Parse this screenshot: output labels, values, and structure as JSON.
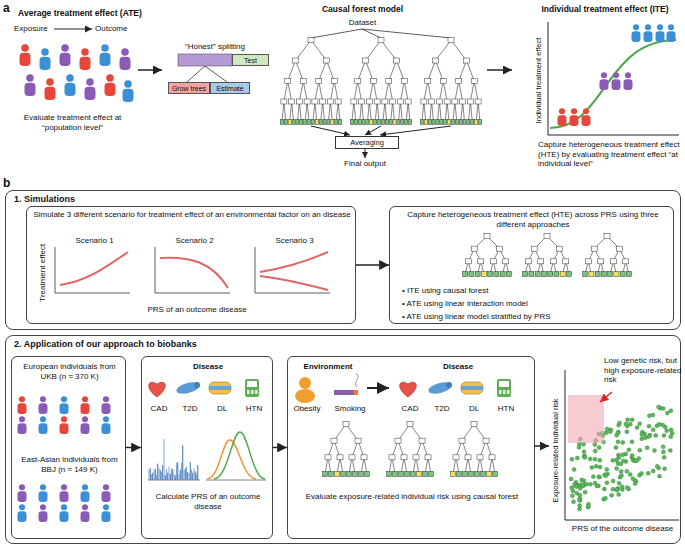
{
  "diagram": {
    "nodes": [
      {
        "text": [
          "Grow trees"
        ]
      },
      {
        "text": [
          "Estimate"
        ]
      },
      {
        "text": [
          "Test"
        ]
      },
      {
        "text": [
          "Averaging"
        ]
      },
      {
        "text": [
          "1. Simulations"
        ]
      },
      {
        "text": [
          "Simulate 3 different scenario for treatment effect of an environmental factor on an disease",
          "Scenario 1",
          "Scenario 2",
          "Scenario 3",
          "Treatment effect",
          "PRS of an outcome disease"
        ],
        "in": 4
      },
      {
        "text": [
          "Capture heterogeneous treatment effect (HTE) across PRS using three different approaches",
          "• ITE using causal forest",
          "• ATE using linear interaction model",
          "• ATE using linear model stratified by PRS"
        ],
        "in": 4
      },
      {
        "text": [
          "2. Application of our approach to biobanks"
        ]
      },
      {
        "text": [
          "European individuals from UKB (n ≈ 370 K)",
          "East-Asian individuals from BBJ (n ≈ 149 K)"
        ],
        "in": 7
      },
      {
        "text": [
          "Disease",
          "CAD",
          "T2D",
          "DL",
          "HTN",
          "Calculate PRS of an outcome disease"
        ],
        "in": 7
      },
      {
        "text": [
          "Environment",
          "Disease",
          "Obesity",
          "Smoking",
          "CAD",
          "T2D",
          "DL",
          "HTN",
          "Evaluate exposure-related individual risk using causal forest"
        ],
        "in": 7
      }
    ],
    "edges": [
      {
        "from": 5,
        "to": 6,
        "arrow": "to"
      },
      {
        "from": 8,
        "to": 9,
        "arrow": "to"
      },
      {
        "from": 9,
        "to": 10,
        "arrow": "to"
      }
    ],
    "labels": [
      "a",
      "Average treatment effect (ATE)",
      "Exposure",
      "Outcome",
      "Evaluate treatment effect at “population level”",
      "Causal forest model",
      "“Honest” splitting",
      "Dataset",
      "Final output",
      "Individual treatment effect (ITE)",
      "Individual treatment effect",
      "Capture heterogeneous treatment effect (HTE) by evaluating treatment effect “at individual level”",
      "b",
      "Low genetic risk, but high exposure-related risk",
      "Exposure-related individual risk",
      "PRS of the outcome disease"
    ]
  }
}
